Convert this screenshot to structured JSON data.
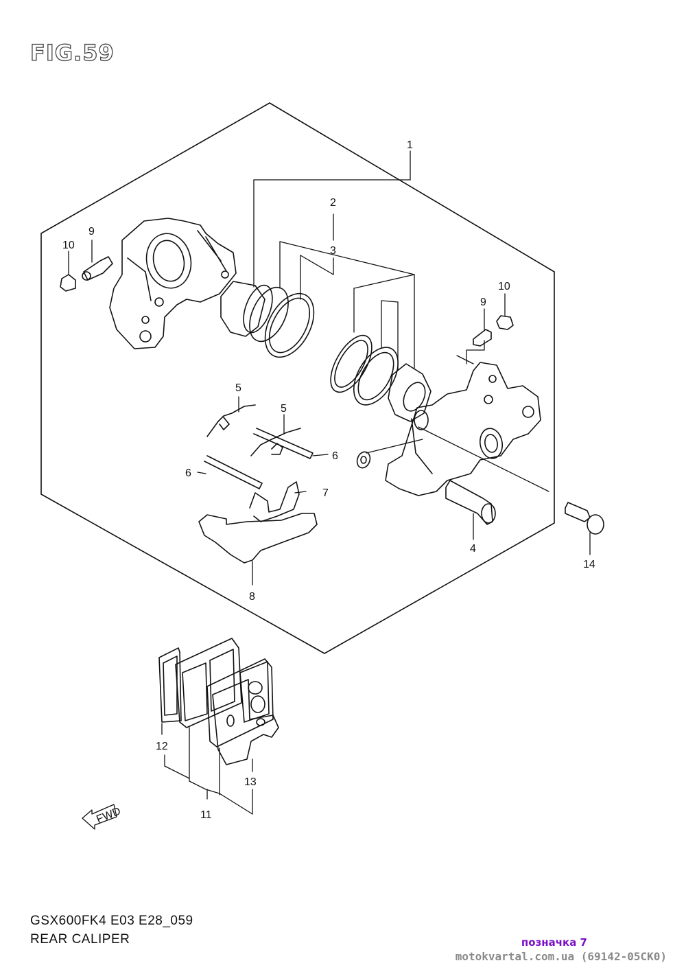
{
  "figure": {
    "title": "FIG.59"
  },
  "callouts": {
    "c1": "1",
    "c2": "2",
    "c3": "3",
    "c4": "4",
    "c5a": "5",
    "c5b": "5",
    "c6a": "6",
    "c6b": "6",
    "c7": "7",
    "c8": "8",
    "c9a": "9",
    "c9b": "9",
    "c10a": "10",
    "c10b": "10",
    "c11": "11",
    "c12": "12",
    "c13": "13",
    "c14": "14"
  },
  "footer": {
    "model_code": "GSX600FK4 E03 E28_059",
    "part_name": "REAR CALIPER"
  },
  "note": "позначка 7",
  "watermark": "motokvartal.com.ua (69142-05CK0)",
  "arrow_label": "FWD",
  "colors": {
    "line": "#111111",
    "note": "#7a10c8",
    "watermark": "#8a8a8a"
  }
}
